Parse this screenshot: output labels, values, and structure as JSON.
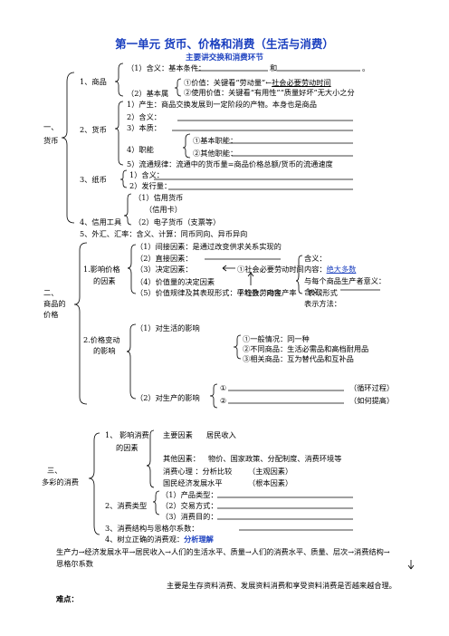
{
  "title": "第一单元  货币、价格和消费（生活与消费）",
  "subtitle": "主要讲交换和消费环节",
  "sec1": {
    "head": "一、",
    "head2": "货币",
    "goods": "1、商品",
    "g1": "（1）含义：基本条件：",
    "g1_and": "和",
    "g1_end": "。",
    "g2": "（2）基本属",
    "val1": "①价值：关键看“劳动量”←",
    "val1b": "社会必要劳动时间",
    "val2": "②使用价值：关键看“有用性”“质量好坏”无大小之分",
    "money": "2、货币",
    "m1": "1）产生：商品交换发展到一定阶段的产物。本身也是商品",
    "m2": "2）含义：",
    "m3": "3）本质：",
    "m4": "4）职能",
    "f1": "①基本职能：",
    "f2": "②其他职能：",
    "m5": "5）流通规律：流通中的货币量=商品价格总额/货币的流通速度",
    "paper": "3、纸币",
    "p1": "1）含义：",
    "p2": "2）发行量：",
    "credit": "4、信用工具",
    "c1": "（1）信用货币",
    "c1b": "（信用卡）",
    "c2": "（2）电子货币（支票等）",
    "fx": "5、外汇、汇率：含义、计算：同币同向、异币异向"
  },
  "sec2": {
    "head": "二、",
    "head2": "商品的",
    "head3": "价格",
    "factors": "1.影响价格",
    "factors2": "的因素",
    "f1": "（1）间接因素：是通过改变供求关系实现的",
    "f2": "（2）直接因素：",
    "f3": "（3）决定因素：",
    "f3a": "①社会必要劳动时间",
    "f4": "（4）价值量的决定因素",
    "f4a": "②社会劳动生产率",
    "f5": "（5）价值规律及其表现形式：平均数、内容",
    "r1": "含义：",
    "r2": "内容：",
    "r2b": "绝大多数",
    "r3": "与每个商品生产者意义：",
    "r4": "含义：",
    "r5": "表示方法：",
    "r6": "表现形式",
    "change": "2.价格变动",
    "change2": "的影响",
    "life": "（1）对生活的影响",
    "l1": "①一般情况：同一种",
    "l2": "②不同商品：生活必需品和高档耐用品",
    "l3": "③相关商品：互为替代品和互补品",
    "prod": "（2）对生产的影响",
    "pr1": "①",
    "pr1b": "（循环过程）",
    "pr2": "②",
    "pr2b": "（如何提高）"
  },
  "sec3": {
    "head": "三、",
    "head2": "多彩的消费",
    "i1": "1、 影响消费",
    "i1b": "的因素",
    "main": "主要因素",
    "main2": "居民收入",
    "other": "其他因素：",
    "other2": "物价、国家政策、分配制度、消费环境等",
    "psy": "消费心理 ：分析比较",
    "psy2": "（主观因素）",
    "econ": "国民经济发展水平",
    "econ2": "（根本因素）",
    "i2": "2、消费类型",
    "t1": "（1）产品类型：",
    "t2": "（2）交易方式：",
    "t3": "（3）消费目的：",
    "i3": "3、消费结构与恩格尔系数：",
    "i4": "4、树立正确的消费观：",
    "i4b": "分析理解",
    "chain": "生产力→经济发展水平→居民收入→人们的生活水平、质量→人们的消费水平、质量、层次→消费结构→",
    "chain2": "恩格尔系数",
    "note": "主要是生存资料消费、发展资料消费和享受资料消费是否越来越合理。",
    "hard": "难点："
  }
}
